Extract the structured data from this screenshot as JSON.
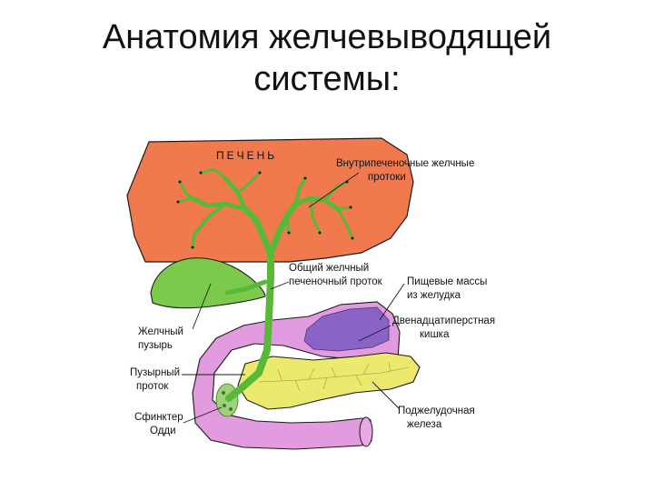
{
  "title": {
    "line1": "Анатомия желчевыводящей",
    "line2": "системы:"
  },
  "labels": {
    "liver": "ПЕЧЕНЬ",
    "intrahepatic_1": "Внутрипеченочные желчные",
    "intrahepatic_2": "протоки",
    "common_duct_1": "Общий  желчный",
    "common_duct_2": "печеночный проток",
    "food_1": "Пищевые массы",
    "food_2": "из желудка",
    "duodenum_1": "Двенадцатиперстная",
    "duodenum_2": "кишка",
    "gallbladder_1": "Желчный",
    "gallbladder_2": "пузырь",
    "cystic_1": "Пузырный",
    "cystic_2": "проток",
    "sphincter_1": "Сфинктер",
    "sphincter_2": "Одди",
    "pancreas_1": "Поджелудочная",
    "pancreas_2": "железа"
  },
  "colors": {
    "liver": "#f07a4e",
    "bile_duct": "#5ab838",
    "gallbladder": "#7cca4c",
    "duodenum": "#e39be0",
    "food_mass": "#8a63c6",
    "pancreas": "#ecea6e",
    "outline": "#1a1a1a"
  }
}
